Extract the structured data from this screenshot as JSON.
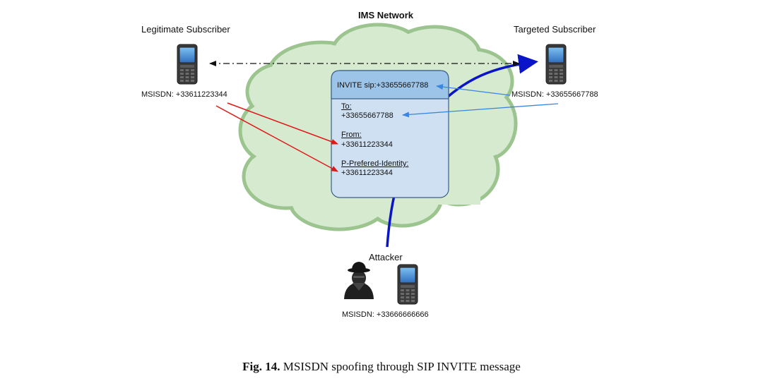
{
  "network_label": "IMS Network",
  "legit": {
    "title": "Legitimate Subscriber",
    "msisdn": "MSISDN: +33611223344"
  },
  "target": {
    "title": "Targeted Subscriber",
    "msisdn": "MSISDN: +33655667788"
  },
  "attacker": {
    "title": "Attacker",
    "msisdn": "MSISDN: +33666666666"
  },
  "message": {
    "header": "INVITE sip:+33655667788",
    "to_label": "To:",
    "to_value": "+33655667788",
    "from_label": "From:",
    "from_value": "+33611223344",
    "ppi_label": "P-Prefered-Identity:",
    "ppi_value": "+33611223344"
  },
  "caption": {
    "number": "Fig. 14.",
    "text": "MSISDN spoofing through SIP INVITE message"
  },
  "colors": {
    "cloud_fill": "#d6ead0",
    "cloud_stroke": "#9cc48f",
    "box_fill": "#cfe0f2",
    "box_header": "#9cc3e8",
    "red": "#e01818",
    "blue_thin": "#3b86de",
    "blue_thick": "#0a14c8",
    "phone_body": "#3a3a3a",
    "phone_screen": "#3f8fd9"
  },
  "icons": [
    "mobile-phone-icon",
    "spy-hacker-icon"
  ]
}
